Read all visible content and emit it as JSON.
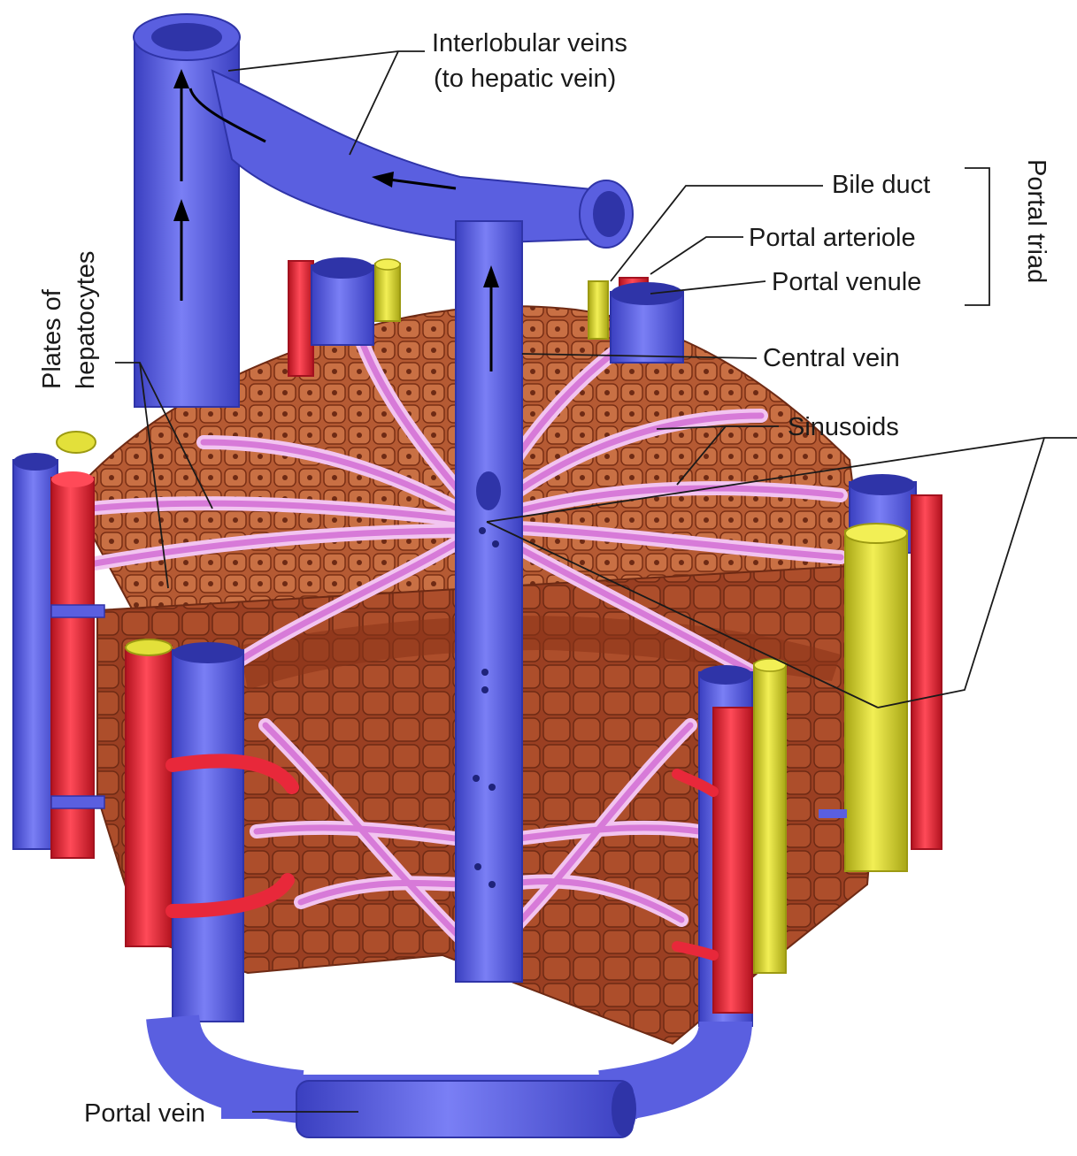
{
  "labels": {
    "interlobular_line1": "Interlobular veins",
    "interlobular_line2": "(to hepatic vein)",
    "bile_duct": "Bile duct",
    "portal_arteriole": "Portal arteriole",
    "portal_venule": "Portal venule",
    "portal_triad": "Portal triad",
    "central_vein": "Central vein",
    "sinusoids": "Sinusoids",
    "plates_line1": "Plates of",
    "plates_line2": "hepatocytes",
    "portal_vein": "Portal vein"
  },
  "colors": {
    "vein": "#5a5fe0",
    "vein_dark": "#2f34a8",
    "vein_light": "#8e92ff",
    "artery": "#e8283a",
    "artery_dark": "#a3121f",
    "bile": "#e3e03a",
    "bile_dark": "#9c9a12",
    "tissue": "#a8482a",
    "tissue_dark": "#6e2a14",
    "sinusoid": "#d77ad8",
    "sinusoid_light": "#f2c4f0"
  }
}
